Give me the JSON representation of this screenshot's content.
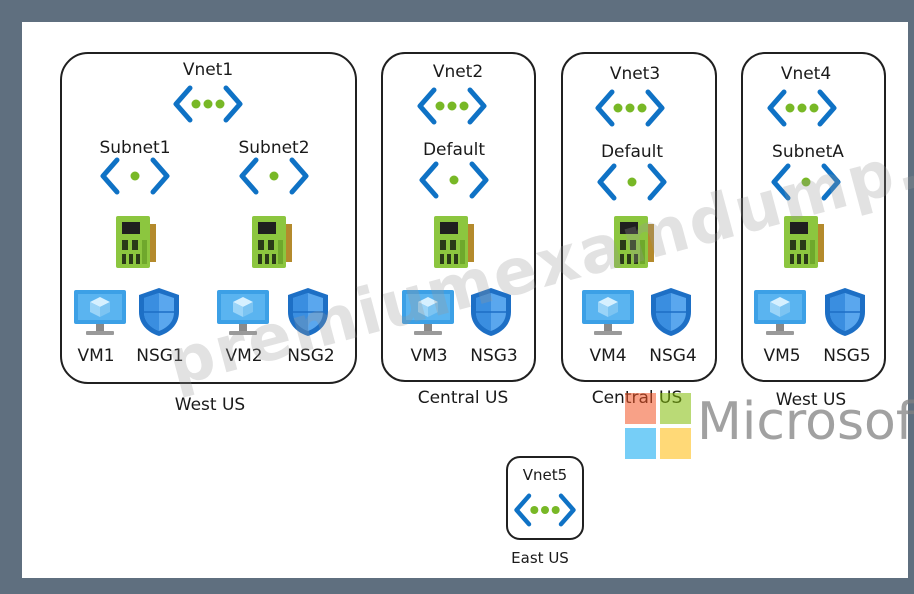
{
  "regions": {
    "group1": "West US",
    "group2": "Central US",
    "group3": "Central US",
    "group4": "West US",
    "group5": "East US"
  },
  "vnets": [
    "Vnet1",
    "Vnet2",
    "Vnet3",
    "Vnet4",
    "Vnet5"
  ],
  "subnets": [
    "Subnet1",
    "Subnet2",
    "Default",
    "Default",
    "SubnetA"
  ],
  "vms": [
    "VM1",
    "VM2",
    "VM3",
    "VM4",
    "VM5"
  ],
  "nsgs": [
    "NSG1",
    "NSG2",
    "NSG3",
    "NSG4",
    "NSG5"
  ],
  "watermark": "premiumexamdump.com",
  "branding": {
    "logo_text": "Microsoft"
  },
  "colors": {
    "vnet_dots": "#78b826",
    "vnet_chevrons": "#0f72c5",
    "nic_green": "#8cc63f",
    "vm_blue": "#3ca0e6",
    "nsg_blue": "#1d6fc5"
  }
}
